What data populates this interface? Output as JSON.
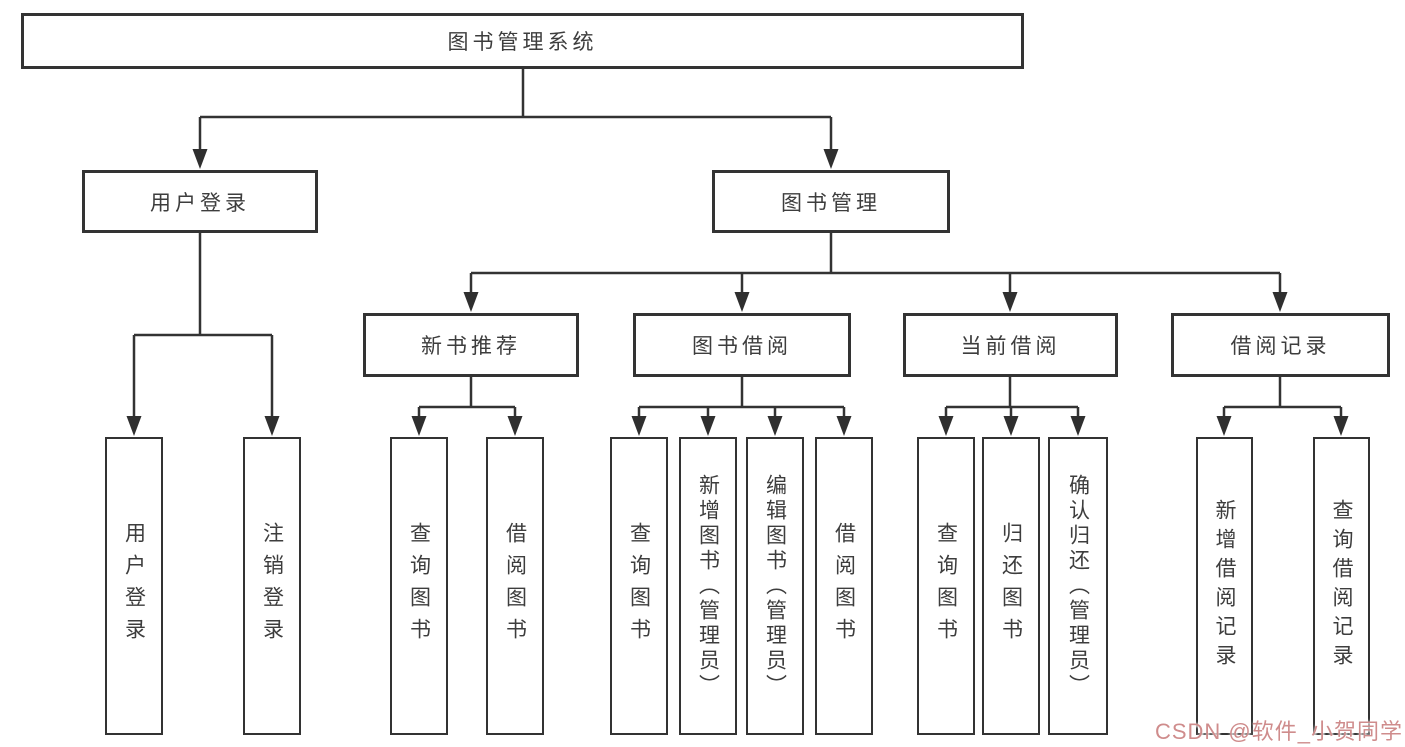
{
  "tree": {
    "label": "图书管理系统",
    "children": [
      {
        "label": "用户登录",
        "children": [
          {
            "label": "用户登录"
          },
          {
            "label": "注销登录"
          }
        ]
      },
      {
        "label": "图书管理",
        "children": [
          {
            "label": "新书推荐",
            "children": [
              {
                "label": "查询图书"
              },
              {
                "label": "借阅图书"
              }
            ]
          },
          {
            "label": "图书借阅",
            "children": [
              {
                "label": "查询图书"
              },
              {
                "label": "新增图书（管理员）"
              },
              {
                "label": "编辑图书（管理员）"
              },
              {
                "label": "借阅图书"
              }
            ]
          },
          {
            "label": "当前借阅",
            "children": [
              {
                "label": "查询图书"
              },
              {
                "label": "归还图书"
              },
              {
                "label": "确认归还（管理员）"
              }
            ]
          },
          {
            "label": "借阅记录",
            "children": [
              {
                "label": "新增借阅记录"
              },
              {
                "label": "查询借阅记录"
              }
            ]
          }
        ]
      }
    ]
  },
  "watermark": "CSDN @软件_小贺同学",
  "colors": {
    "line": "#333333",
    "box_border": "#333333",
    "text": "#3d3d3d",
    "background": "#ffffff",
    "watermark": "#cf8c8c"
  }
}
